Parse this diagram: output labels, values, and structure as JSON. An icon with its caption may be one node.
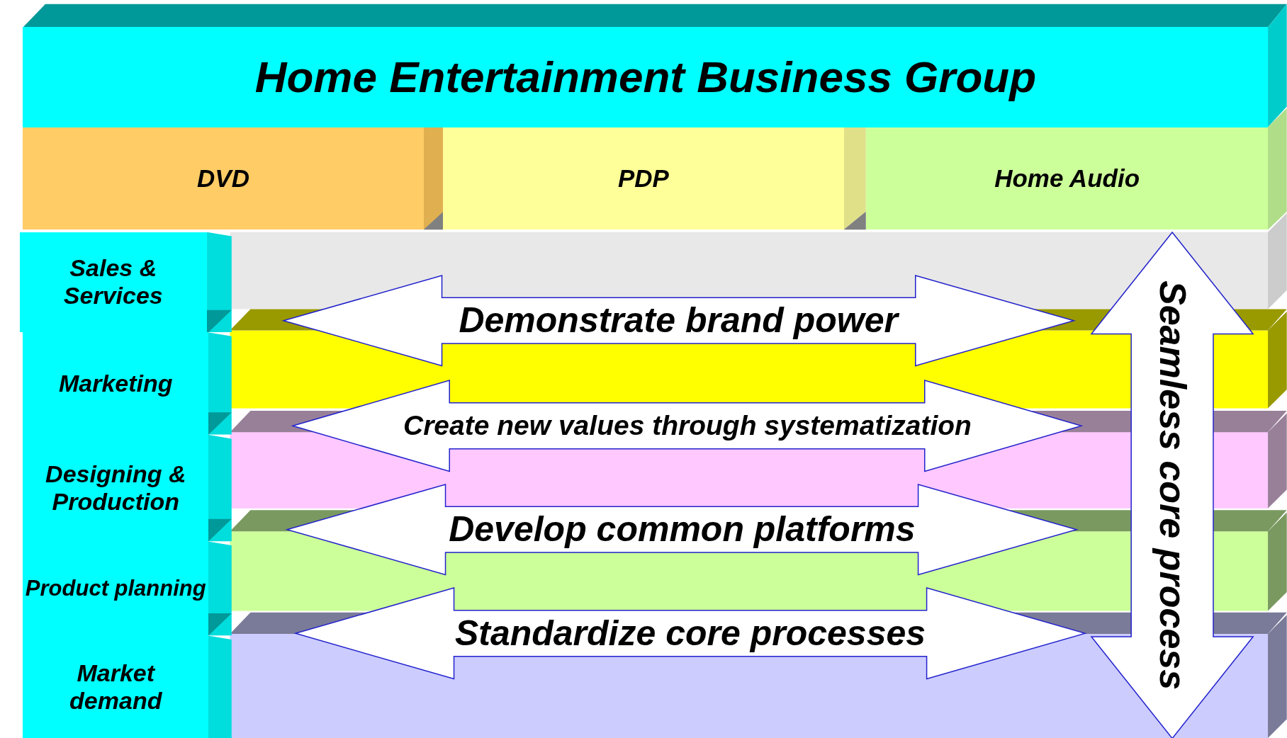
{
  "diagram": {
    "nodes": [
      {
        "text": [
          "Home Entertainment Business Group"
        ]
      },
      {
        "text": [
          "DVD"
        ]
      },
      {
        "text": [
          "PDP"
        ]
      },
      {
        "text": [
          "Home Audio"
        ]
      },
      {
        "text": [
          "Sales & Services"
        ]
      },
      {
        "text": [
          "Marketing"
        ]
      },
      {
        "text": [
          "Designing & Production"
        ]
      },
      {
        "text": [
          "Product planning"
        ]
      },
      {
        "text": [
          "Market demand"
        ]
      },
      {
        "text": [
          "Demonstrate brand power"
        ]
      },
      {
        "text": [
          "Create new values through systematization"
        ]
      },
      {
        "text": [
          "Develop common platforms"
        ]
      },
      {
        "text": [
          "Standardize core processes"
        ]
      },
      {
        "text": [
          "Seamless core process"
        ]
      }
    ],
    "edges": []
  }
}
